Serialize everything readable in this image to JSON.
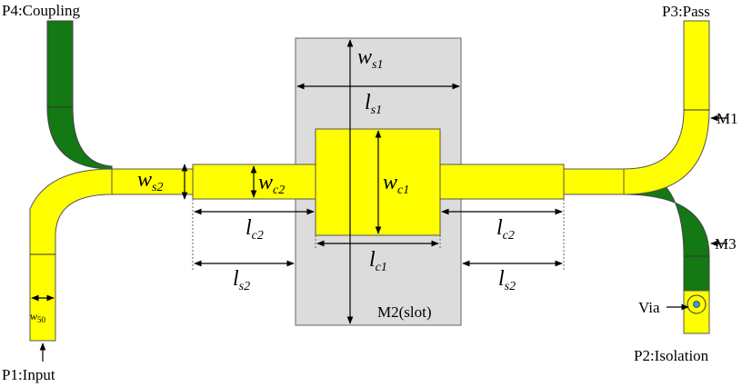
{
  "colors": {
    "top_metal": "#ffff00",
    "bottom_metal": "#147814",
    "slot_ground": "#dcdcdc",
    "via": "#2aa0e0",
    "outline": "#555555",
    "dimension_line": "#000000"
  },
  "ports": {
    "p4": "P4:Coupling",
    "p3": "P3:Pass",
    "p1": "P1:Input",
    "p2": "P2:Isolation"
  },
  "layers": {
    "m1": "M1",
    "m2": "M2(slot)",
    "m3": "M3",
    "via": "Via"
  },
  "dimensions": {
    "ws1": {
      "base": "w",
      "sub": "s1"
    },
    "ls1": {
      "base": "l",
      "sub": "s1"
    },
    "ws2": {
      "base": "w",
      "sub": "s2"
    },
    "wc2": {
      "base": "w",
      "sub": "c2"
    },
    "wc1": {
      "base": "w",
      "sub": "c1"
    },
    "lc2_left": {
      "base": "l",
      "sub": "c2"
    },
    "lc2_right": {
      "base": "l",
      "sub": "c2"
    },
    "lc1": {
      "base": "l",
      "sub": "c1"
    },
    "ls2_left": {
      "base": "l",
      "sub": "s2"
    },
    "ls2_right": {
      "base": "l",
      "sub": "s2"
    },
    "w50": {
      "base": "w",
      "sub": "50"
    }
  }
}
